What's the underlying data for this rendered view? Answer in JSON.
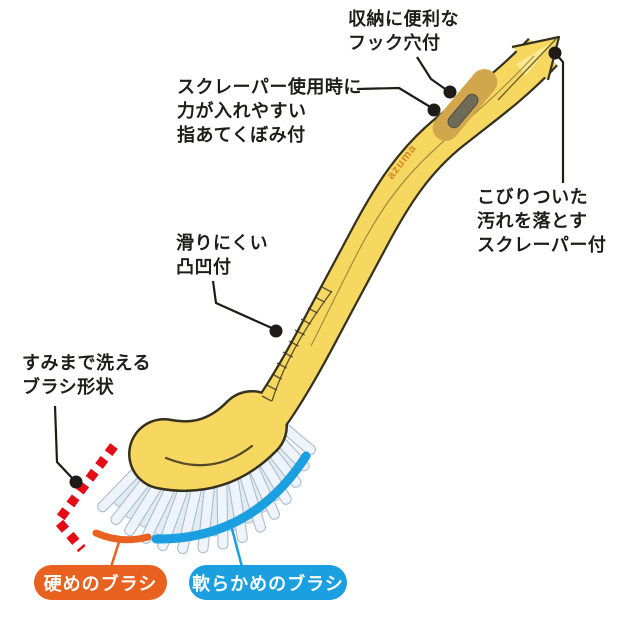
{
  "figure": {
    "type": "product-feature-diagram",
    "subject": "kitchen scrubbing brush with scraper handle"
  },
  "brand": {
    "logo_text": "azuma"
  },
  "callouts": {
    "hook": {
      "lines": [
        "収納に便利な",
        "フック穴付"
      ]
    },
    "dimple": {
      "lines": [
        "スクレーパー使用時に",
        "力が入れやすい",
        "指あてくぼみ付"
      ]
    },
    "scraper": {
      "lines": [
        "こびりついた",
        "汚れを落とす",
        "スクレーパー付"
      ]
    },
    "grip": {
      "lines": [
        "滑りにくい",
        "凸凹付"
      ]
    },
    "corner": {
      "lines": [
        "すみまで洗える",
        "ブラシ形状"
      ]
    }
  },
  "badges": {
    "firm": {
      "label": "硬めのブラシ",
      "color": "#e8611f"
    },
    "soft": {
      "label": "軟らかめのブラシ",
      "color": "#1b9fe0"
    }
  },
  "colors": {
    "handle_yellow": "#f6d75f",
    "handle_highlight": "#fae88a",
    "outline": "#35311f",
    "bristle_fill": "#eef4fa",
    "bristle_back_fill": "#e2ecf5",
    "bristle_edge": "#a9bccb",
    "red_dash": "#e50b16",
    "firm_indicator": "#e8611f",
    "soft_indicator": "#1b9fe0",
    "dimple_panel": "#d2a64c",
    "hook_hole": "#6e6b58",
    "leader_line": "#1f1b16"
  }
}
